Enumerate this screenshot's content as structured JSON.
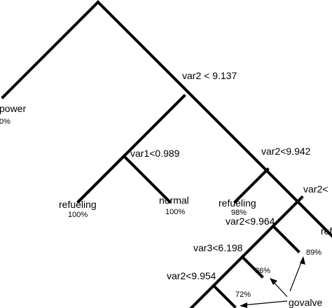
{
  "tree": {
    "root_split_label": "var2 < 9.137",
    "leaf_power": {
      "label": "power",
      "pct": "0%"
    },
    "split_var1": "var1<0.989",
    "leaf_refueling_1": {
      "label": "refueling",
      "pct": "100%"
    },
    "leaf_normal": {
      "label": "normal",
      "pct": "100%"
    },
    "split_var2_9942": "var2<9.942",
    "leaf_refueling_2": {
      "label": "refueling",
      "pct": "98%"
    },
    "split_var2_right": "var2<",
    "leaf_right_partial": "ref",
    "split_var2_964": "var2<9.964",
    "split_var3": "var3<6.198",
    "split_var2_954": "var2<9.954",
    "pct_89": "89%",
    "pct_86": "86%",
    "pct_72": "72%",
    "annotation_label": "govalve"
  }
}
